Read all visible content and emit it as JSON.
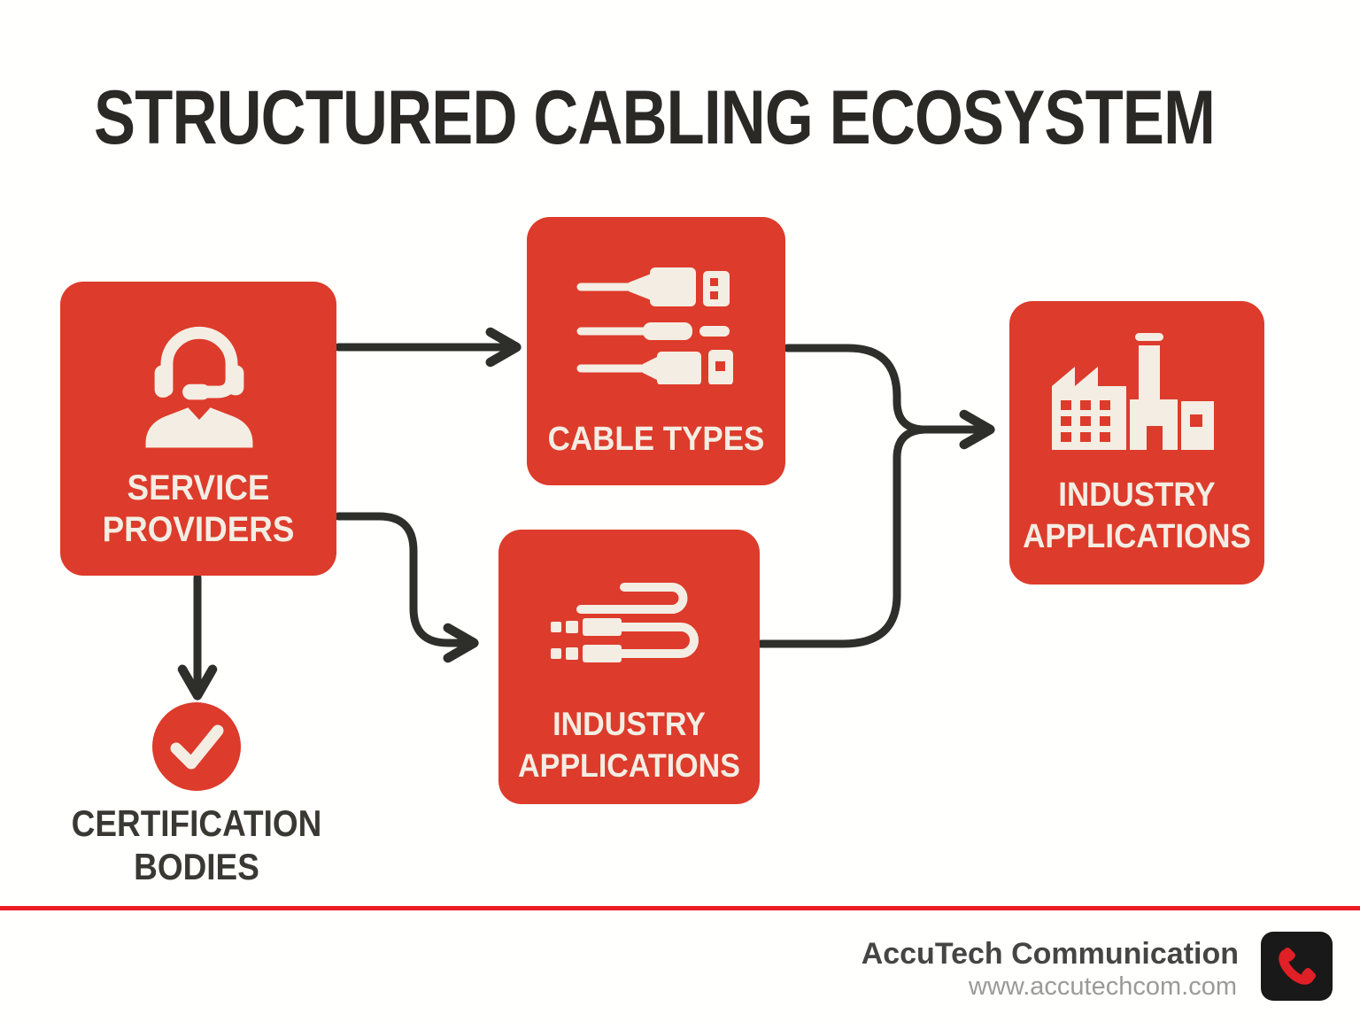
{
  "title": "STRUCTURED CABLING ECOSYSTEM",
  "nodes": {
    "service_providers": {
      "line1": "SERVICE",
      "line2": "PROVIDERS",
      "icon": "headset-agent-icon"
    },
    "cable_types": {
      "line1": "CABLE TYPES",
      "icon": "usb-cables-icon"
    },
    "industry_applications_mid": {
      "line1": "INDUSTRY",
      "line2": "APPLICATIONS",
      "icon": "cable-bundle-icon"
    },
    "industry_applications_right": {
      "line1": "INDUSTRY",
      "line2": "APPLICATIONS",
      "icon": "factory-icon"
    }
  },
  "certification": {
    "line1": "CERTIFICATION",
    "line2": "BODIES",
    "icon": "checkmark-icon"
  },
  "footer": {
    "company": "AccuTech Communication",
    "website": "www.accutechcom.com",
    "logo_icon": "phone-handset-icon"
  },
  "colors": {
    "box_red": "#dd3b2b",
    "accent_line_red": "#ed1c24",
    "arrow_ink": "#2e2e2a",
    "icon_cream": "#f4ede3",
    "title_ink": "#2a2926",
    "body_ink": "#3a3833",
    "brand_ink": "#454545",
    "muted": "#9a9a9a",
    "logo_bg": "#191919",
    "logo_phone": "#e01f26"
  }
}
